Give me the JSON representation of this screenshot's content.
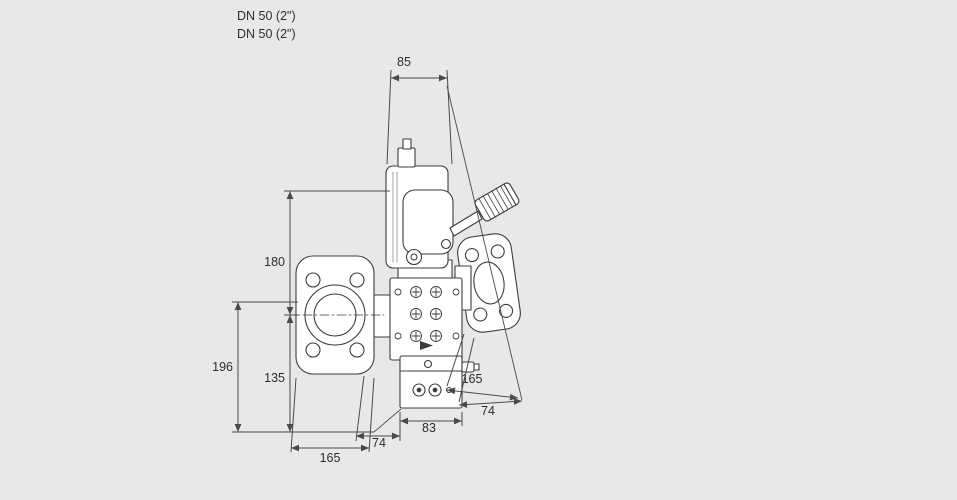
{
  "colors": {
    "background": "#e8e8e8",
    "line": "#3c3c3c",
    "dim": "#4a4a4a",
    "text": "#2e2e2e",
    "fill": "#ffffff"
  },
  "header": {
    "line1": "DN 50 (2\")",
    "line2": "DN 50 (2\")"
  },
  "dimensions": {
    "coil_width": "85",
    "height_above_axis": "180",
    "overall_height_left": "196",
    "height_below_axis": "135",
    "flange_width_bottom": "165",
    "offset_bottom": "74",
    "block_width": "83",
    "flange_diameter_right": "165",
    "offset_right": "74"
  }
}
